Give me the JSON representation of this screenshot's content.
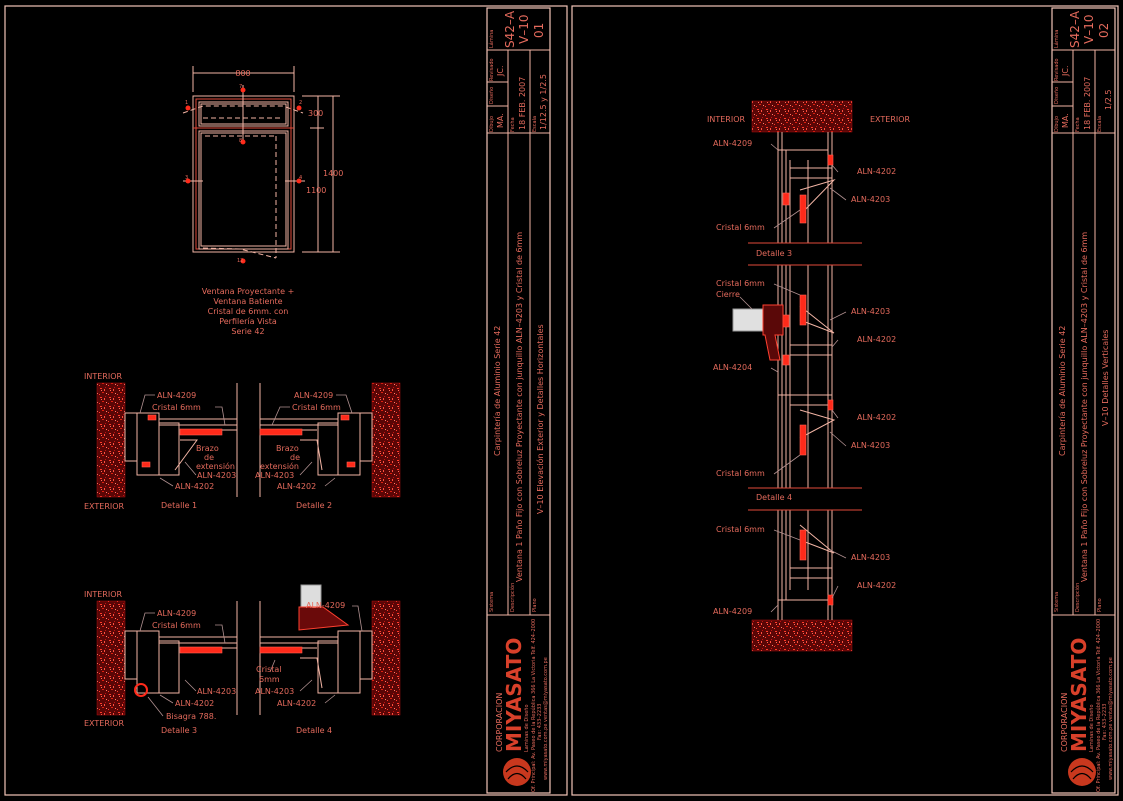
{
  "colors": {
    "background": "#000000",
    "line": "#f2b4a4",
    "text": "#e46a5c",
    "hatch": "#d01818",
    "accent": "#ff2a1a"
  },
  "sheet1": {
    "elevation": {
      "dim_width": "800",
      "dim_transom": "300",
      "dim_total": "1400",
      "dim_lower": "1100",
      "markers": [
        "7",
        "1",
        "2",
        "8",
        "3",
        "4",
        "12"
      ],
      "caption": [
        "Ventana Proyectante +",
        "Ventana Batiente",
        "Cristal de 6mm. con",
        "Perfilería Vista",
        "Serie 42"
      ]
    },
    "detail12": {
      "interior": "INTERIOR",
      "exterior": "EXTERIOR",
      "left": {
        "aln4209": "ALN-4209",
        "cristal": "Cristal 6mm",
        "brazo": [
          "Brazo",
          "de",
          "extensión"
        ],
        "aln4203": "ALN-4203",
        "aln4202": "ALN-4202",
        "title": "Detalle 1"
      },
      "right": {
        "aln4209": "ALN-4209",
        "cristal": "Cristal 6mm",
        "brazo": [
          "Brazo",
          "de",
          "extensión"
        ],
        "aln4203": "ALN-4203",
        "aln4202": "ALN-4202",
        "title": "Detalle 2"
      }
    },
    "detail34": {
      "interior": "INTERIOR",
      "exterior": "EXTERIOR",
      "left": {
        "aln4209": "ALN-4209",
        "cristal": "Cristal 6mm",
        "aln4203": "ALN-4203",
        "aln4202": "ALN-4202",
        "bisagra": "Bisagra 788.",
        "title": "Detalle 3"
      },
      "right": {
        "aln4209": "ALN-4209",
        "cristal": [
          "Cristal",
          "6mm"
        ],
        "aln4203": "ALN-4203",
        "aln4202": "ALN-4202",
        "title": "Detalle 4"
      }
    },
    "titleblock": {
      "lamina_label": "Lámina",
      "lamina_code": "S42–A",
      "lamina_view": "V–10",
      "lamina_num": "01",
      "revisado_label": "Revisado",
      "revisado": "JC.",
      "diseno_label": "Diseño",
      "dibujo_label": "Dibujo",
      "dibujo": "MA.",
      "fecha_label": "Fecha",
      "fecha": "18 FEB. 2007",
      "escala_label": "Escala",
      "escala": "1/12.5  y 1/2.5",
      "sistema_label": "Sistema",
      "sistema": "Carpintería de Aluminio Serie 42",
      "descripcion_label": "Descripción",
      "descripcion": "Ventana 1 Paño Fijo con Sobreluz Proyectante con junquillo ALN–4203 y Cristal de 6mm",
      "plano_label": "Plano",
      "plano": "V–10 Elevación Exterior  y Detalles Horizontales"
    }
  },
  "sheet2": {
    "section": {
      "interior": "INTERIOR",
      "exterior": "EXTERIOR",
      "labels_left": [
        "ALN-4209",
        "Cristal 6mm",
        "Cristal 6mm",
        "Cierre",
        "ALN-4204",
        "Cristal 6mm",
        "Cristal 6mm",
        "ALN-4209"
      ],
      "labels_right": [
        "ALN-4202",
        "ALN-4203",
        "ALN-4203",
        "ALN-4202",
        "ALN-4202",
        "ALN-4203",
        "ALN-4203",
        "ALN-4202"
      ],
      "detalle3": "Detalle 3",
      "detalle4": "Detalle 4"
    },
    "titleblock": {
      "lamina_label": "Lámina",
      "lamina_code": "S42–A",
      "lamina_view": "V–10",
      "lamina_num": "02",
      "revisado_label": "Revisado",
      "revisado": "JC.",
      "diseno_label": "Diseño",
      "dibujo_label": "Dibujo",
      "dibujo": "MA.",
      "fecha_label": "Fecha",
      "fecha": "18 FEB. 2007",
      "escala_label": "Escala",
      "escala": "1/2.5",
      "sistema_label": "Sistema",
      "sistema": "Carpintería de Aluminio Serie 42",
      "descripcion_label": "Descripción",
      "descripcion": "Ventana 1 Paño Fijo con Sobreluz Proyectante con junquillo ALN–4203 y Cristal de 6mm",
      "plano_label": "Plano",
      "plano": "V–10 Detalles Verticales"
    }
  },
  "logo": {
    "corporacion": "CORPORACION",
    "name": "MIYASATO",
    "tagline": "Laminas de Diseño",
    "address": "Of. Principal: Av. Paseo de la República 366  La Victoria  Telf. 424–2000",
    "fax": "Fax: 433–2233",
    "web": "www.miyasato.com.pe    ventas@miyasato.com.pe"
  }
}
